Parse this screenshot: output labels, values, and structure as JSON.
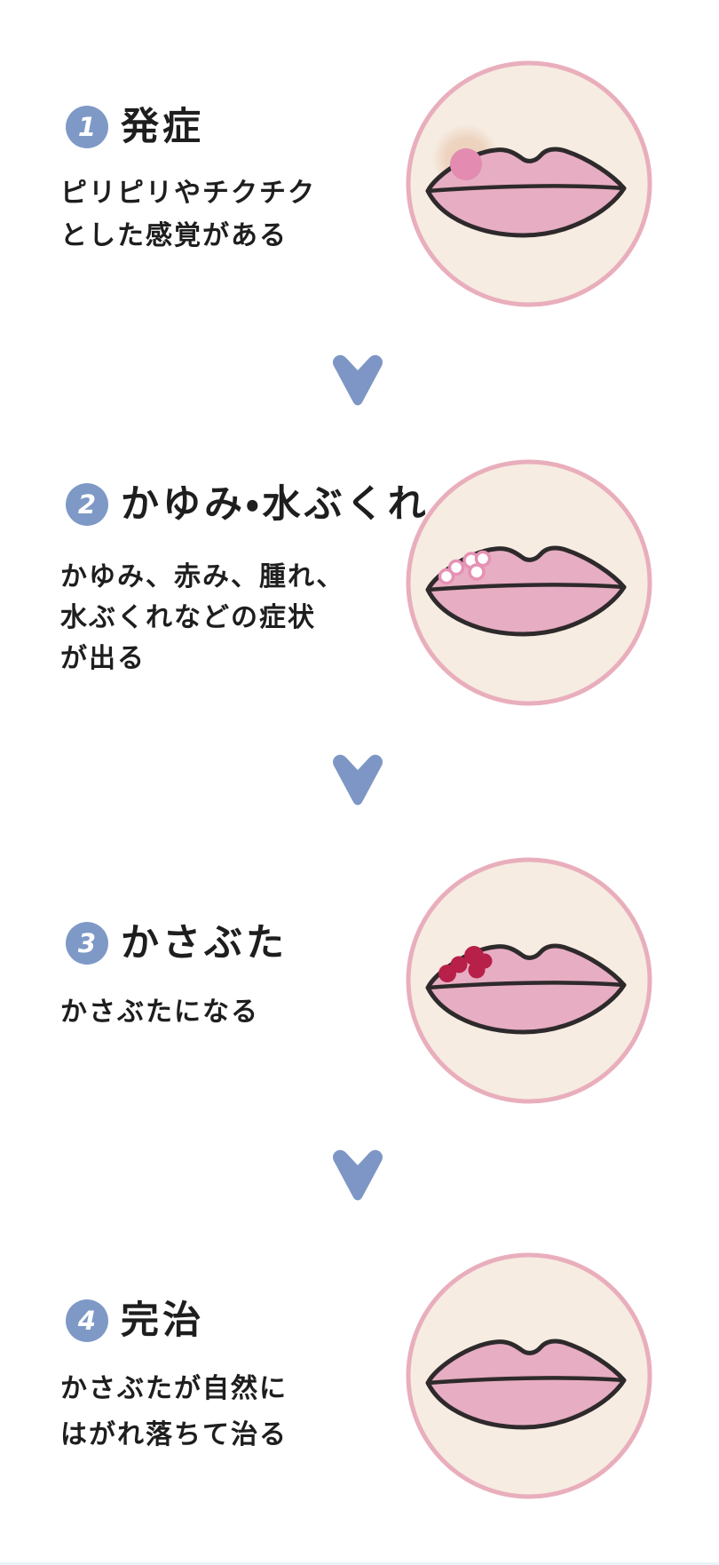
{
  "diagram": {
    "subject": "lip-herpes-progression",
    "stages": [
      {
        "number": "1",
        "title": "発症",
        "lines": [
          "ピリピリやチクチク",
          "とした感覚がある"
        ],
        "illustration": "lips-with-red-bump"
      },
      {
        "number": "2",
        "title": "かゆみ・水ぶくれ",
        "lines": [
          "かゆみ、赤み、腫れ、",
          "水ぶくれなどの症状",
          "が出る"
        ],
        "illustration": "lips-with-blisters"
      },
      {
        "number": "3",
        "title": "かさぶた",
        "lines": [
          "かさぶたになる"
        ],
        "illustration": "lips-with-scab"
      },
      {
        "number": "4",
        "title": "完治",
        "lines": [
          "かさぶたが自然に",
          "はがれ落ちて治る"
        ],
        "illustration": "healed-lips"
      }
    ],
    "icons": {
      "step_arrow": "chevron-down"
    },
    "colors": {
      "badge_blue": "#7e99c6",
      "arrow_blue": "#7e96c5",
      "circle_fill": "#f6ece2",
      "circle_border": "#e9aebc",
      "lips_fill": "#e7adc2",
      "lips_outline": "#2e2a2b",
      "bump_pink": "#e38bb0",
      "bump_halo": "#ecd0ba",
      "blister_stroke": "#e591b4",
      "scab_red": "#b72049",
      "text": "#1e1e1e"
    }
  }
}
